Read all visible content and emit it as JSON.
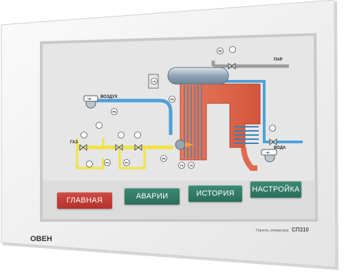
{
  "screen": {
    "buttons": [
      {
        "label": "ГЛАВНАЯ",
        "color": "#c0403a"
      },
      {
        "label": "АВАРИИ",
        "color": "#2f7a64"
      },
      {
        "label": "ИСТОРИЯ",
        "color": "#2f7a64"
      },
      {
        "label": "НАСТРОЙКА",
        "color": "#2f7a64"
      }
    ],
    "diagram": {
      "labels": {
        "steam": "ПАР",
        "air": "ВОЗДУХ",
        "gas": "ГАЗ",
        "water": "ВОДА"
      },
      "tags": {
        "pe_steam": "PE",
        "le": "LE",
        "pe_drum": "PE",
        "te1": "TE",
        "te2": "TE",
        "pe_furnace": "PE",
        "pe_air": "PE",
        "pe_gas1": "PC",
        "pe_gas2": "PC",
        "fan_air": "ЧП",
        "pump_water": "ЧП"
      }
    }
  },
  "device": {
    "logo": "ОВЕН",
    "caption": "Панель оператора",
    "model": "СП310"
  },
  "colors": {
    "gas_pipe": "#f2e33a",
    "air_pipe": "#4ea0d8",
    "steam_pipe": "#9c9c9c",
    "hot_zone": "#e06a4f"
  }
}
